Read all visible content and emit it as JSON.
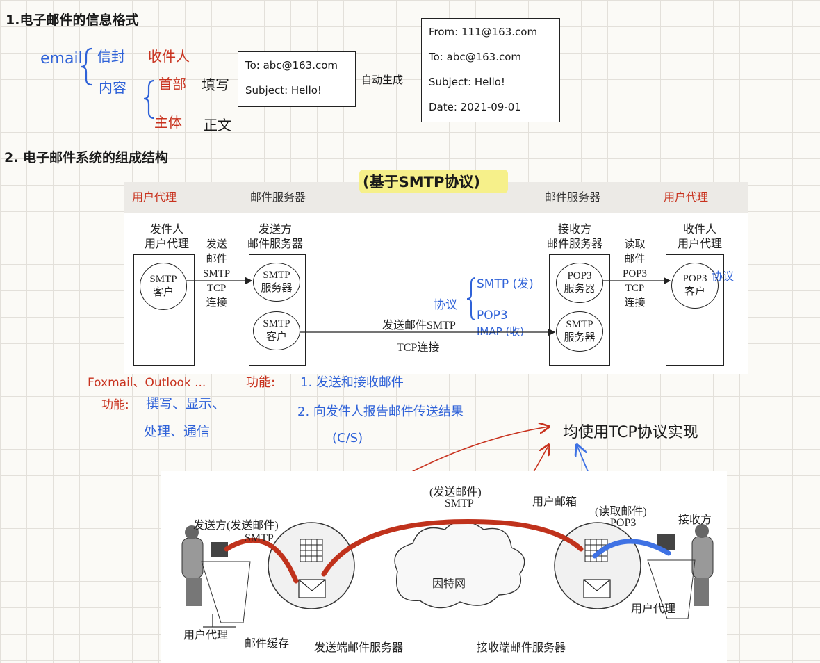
{
  "notes": {
    "h1": "1.电子邮件的信息格式",
    "email": "email",
    "envelope": "信封",
    "receiver": "收件人",
    "content": "内容",
    "header": "首部",
    "fill": "填写",
    "body": "主体",
    "main_text": "正文",
    "auto": "自动生成",
    "h2": "2. 电子邮件系统的组成结构",
    "smtp_based": "(基于SMTP协议)",
    "protocol": "协议",
    "smtp_send": "SMTP (发)",
    "pop3": "POP3",
    "imap_recv": "IMAP (收)",
    "clients": "Foxmail、Outlook ...",
    "func_label": "功能:",
    "ua_func_1": "撰写、显示、",
    "ua_func_2": "处理、通信",
    "server_func_label": "功能:",
    "server_func_1": "1. 发送和接收邮件",
    "server_func_2": "2. 向发件人报告邮件传送结果",
    "cs": "(C/S)",
    "tcp_note": "均使用TCP协议实现",
    "xieyi": "协议"
  },
  "mail_box_1": {
    "to": "To: abc@163.com",
    "subject": "Subject: Hello!"
  },
  "mail_box_2": {
    "from": "From: 111@163.com",
    "to": "To: abc@163.com",
    "subject": "Subject: Hello!",
    "date": "Date: 2021-09-01"
  },
  "diagram1": {
    "ua_left": "用户代理",
    "server_left": "邮件服务器",
    "server_right": "邮件服务器",
    "ua_right": "用户代理",
    "sender_ua": [
      "发件人",
      "用户代理"
    ],
    "smtp_client": [
      "SMTP",
      "客户"
    ],
    "send_label": [
      "发送",
      "邮件",
      "SMTP",
      "TCP",
      "连接"
    ],
    "send_server": [
      "发送方",
      "邮件服务器"
    ],
    "smtp_server": [
      "SMTP",
      "服务器"
    ],
    "smtp_client2": [
      "SMTP",
      "客户"
    ],
    "middle": "发送邮件SMTP",
    "tcp": "TCP连接",
    "recv_server": [
      "接收方",
      "邮件服务器"
    ],
    "pop3_server": [
      "POP3",
      "服务器"
    ],
    "smtp_server2": [
      "SMTP",
      "服务器"
    ],
    "read_label": [
      "读取",
      "邮件",
      "POP3",
      "TCP",
      "连接"
    ],
    "recv_ua": [
      "收件人",
      "用户代理"
    ],
    "pop3_client": [
      "POP3",
      "客户"
    ]
  },
  "diagram2": {
    "send_mail_top": "(发送邮件)",
    "smtp_top": "SMTP",
    "mailbox": "用户邮箱",
    "read_mail": "(读取邮件)",
    "pop3": "POP3",
    "receiver": "接收方",
    "sender": "发送方(发送邮件)",
    "smtp_left": "SMTP",
    "internet": "因特网",
    "ua_right": "用户代理",
    "ua_left": "用户代理",
    "cache": "邮件缓存",
    "send_server": "发送端邮件服务器",
    "recv_server": "接收端邮件服务器"
  }
}
